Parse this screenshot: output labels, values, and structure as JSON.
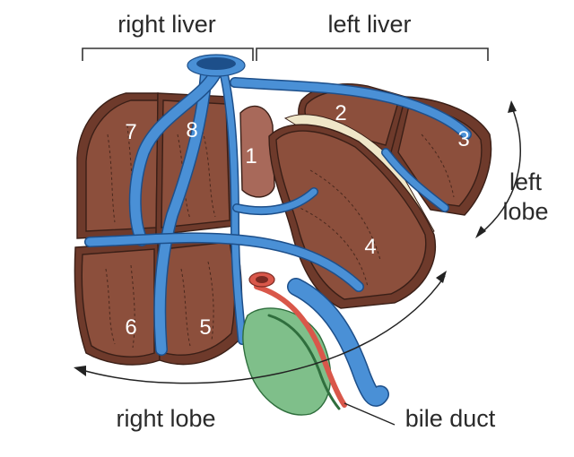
{
  "labels": {
    "right_liver": "right liver",
    "left_liver": "left liver",
    "left_lobe_line1": "left",
    "left_lobe_line2": "lobe",
    "right_lobe": "right lobe",
    "bile_duct": "bile duct"
  },
  "segments": {
    "s1": "1",
    "s2": "2",
    "s3": "3",
    "s4": "4",
    "s5": "5",
    "s6": "6",
    "s7": "7",
    "s8": "8"
  },
  "colors": {
    "liver_tissue": "#8c4f3c",
    "liver_dark": "#6e3a2b",
    "hepatic_vein": "#4a90d6",
    "gallbladder": "#7fbf8a",
    "artery": "#d9574a",
    "bile_duct": "#2f6e3d"
  }
}
